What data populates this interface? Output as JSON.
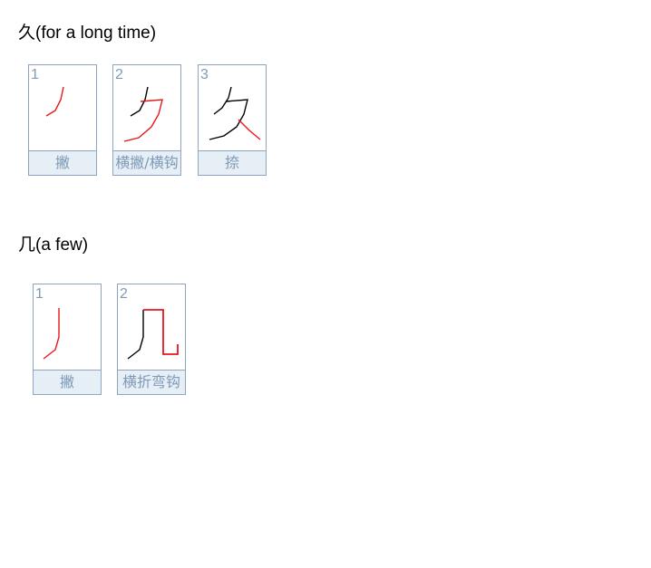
{
  "section1": {
    "heading": "久(for a long time)",
    "cards": [
      {
        "number": "1",
        "stroke": "撇"
      },
      {
        "number": "2",
        "stroke": "横撇/横钩"
      },
      {
        "number": "3",
        "stroke": "捺"
      }
    ]
  },
  "section2": {
    "heading": "几(a few)",
    "cards": [
      {
        "number": "1",
        "stroke": "撇"
      },
      {
        "number": "2",
        "stroke": "横折弯钩"
      }
    ]
  },
  "colors": {
    "current_stroke": "#e8161b",
    "previous_stroke": "#000000",
    "card_border": "#8fa5bf",
    "label_background": "#e6eef6",
    "label_text": "#7f9ab7"
  }
}
